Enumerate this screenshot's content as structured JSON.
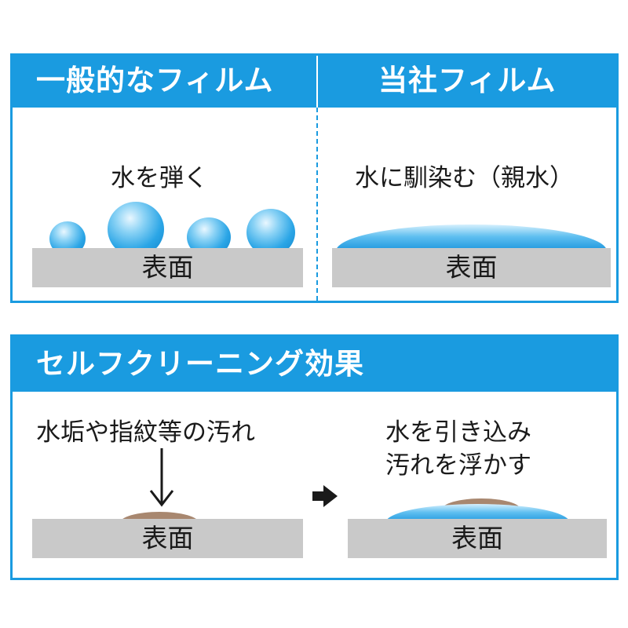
{
  "comparison": {
    "left": {
      "title": "一般的なフィルム",
      "caption": "水を弾く",
      "surface_label": "表面"
    },
    "right": {
      "title": "当社フィルム",
      "caption": "水に馴染む（親水）",
      "surface_label": "表面"
    }
  },
  "self_cleaning": {
    "title": "セルフクリーニング効果",
    "left": {
      "caption": "水垢や指紋等の汚れ",
      "surface_label": "表面",
      "arrow_icon": "arrow-down-icon"
    },
    "right": {
      "caption_line1": "水を引き込み",
      "caption_line2": "汚れを浮かす",
      "surface_label": "表面"
    },
    "transition_icon": "arrow-right-icon"
  },
  "colors": {
    "accent": "#1a9be0",
    "surface": "#c9c9c9",
    "dirt": "#a8876f",
    "water": "#2aa5e6"
  }
}
